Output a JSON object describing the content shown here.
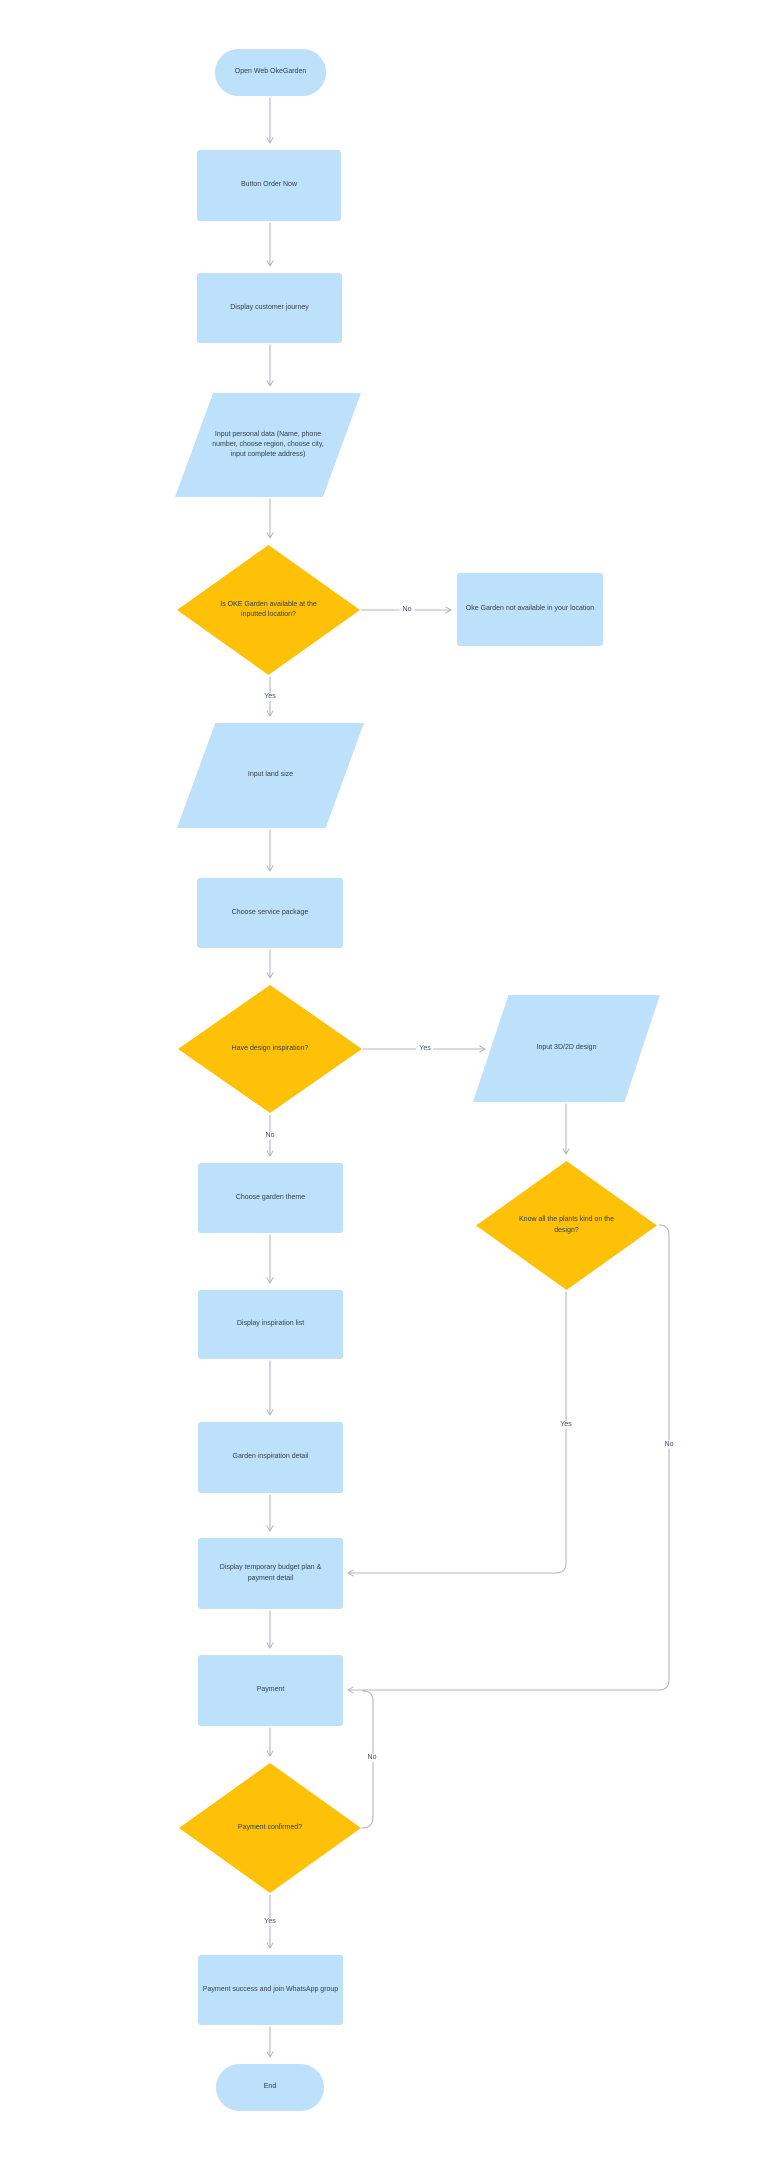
{
  "palette": {
    "process_fill": "#BDE0FB",
    "decision_fill": "#FFC107",
    "connector": "#B1B7C1",
    "node_text": "#33404D",
    "edge_label_text": "#3D4D63",
    "background": "#FFFFFF"
  },
  "nodes": {
    "start": {
      "shape": "terminator",
      "label": "Open Web OkeGarden"
    },
    "order_now": {
      "shape": "process",
      "label": "Button Order Now"
    },
    "customer_journey": {
      "shape": "process",
      "label": "Display customer journey"
    },
    "personal_data": {
      "shape": "input",
      "label": "Input personal data (Name, phone number, choose region, choose city, input complete address)"
    },
    "availability": {
      "shape": "decision",
      "label": "Is OKE Garden available at the inputted location?"
    },
    "not_available": {
      "shape": "process",
      "label": "Oke Garden not available in your location"
    },
    "land_size": {
      "shape": "input",
      "label": "Input land size"
    },
    "service_package": {
      "shape": "process",
      "label": "Choose service package"
    },
    "design_inspiration": {
      "shape": "decision",
      "label": "Have design inspiration?"
    },
    "input_design": {
      "shape": "input",
      "label": "Input 3D/2D design"
    },
    "garden_theme": {
      "shape": "process",
      "label": "Choose garden theme"
    },
    "plants_known": {
      "shape": "decision",
      "label": "Know all the plants kind on the design?"
    },
    "inspiration_list": {
      "shape": "process",
      "label": "Display inspiration list"
    },
    "inspiration_detail": {
      "shape": "process",
      "label": "Garden inspiration detail"
    },
    "budget_plan": {
      "shape": "process",
      "label": "Display temporary budget plan & payment detail"
    },
    "payment": {
      "shape": "process",
      "label": "Payment"
    },
    "payment_confirmed": {
      "shape": "decision",
      "label": "Payment confirmed?"
    },
    "payment_success": {
      "shape": "process",
      "label": "Payment success and join WhatsApp group"
    },
    "end": {
      "shape": "terminator",
      "label": "End"
    }
  },
  "edge_labels": {
    "availability_no": "No",
    "availability_yes": "Yes",
    "design_yes": "Yes",
    "design_no": "No",
    "plants_yes": "Yes",
    "plants_no": "No",
    "payment_no": "No",
    "payment_yes": "Yes"
  }
}
